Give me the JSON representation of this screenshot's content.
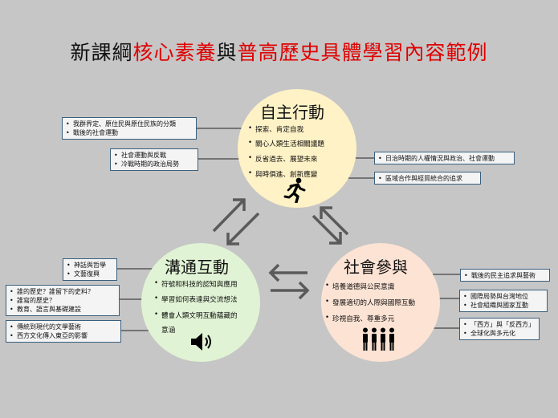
{
  "title": {
    "part1": "新課綱",
    "part2": "核心素養",
    "part3": "與",
    "part4": "普高歷史具體學習內容範例"
  },
  "circles": {
    "autonomous": {
      "title": "自主行動",
      "bullets": [
        "探索、肯定自我",
        "關心人類生活相關議題",
        "反省過去、展望未來",
        "與時俱進、創新應變"
      ]
    },
    "communication": {
      "title": "溝通互動",
      "bullets": [
        "符號和科技的認知與應用",
        "學習如何表達與交流想法",
        "體會人類文明互動蘊藏的",
        "意涵"
      ]
    },
    "social": {
      "title": "社會參與",
      "bullets": [
        "培養道德與公民意識",
        "發展適切的人際與國際互動",
        "珍視自我、尊重多元"
      ]
    }
  },
  "boxes": {
    "b1": [
      "我群界定、原住民與原住民族的分類",
      "戰後的社會運動"
    ],
    "b2": [
      "社會運動與反戰",
      "冷戰時期的政治局勢"
    ],
    "b3": [
      "日治時期的人權情況與政治、社會運動"
    ],
    "b4": [
      "區域合作與經貿統合的追求"
    ],
    "b5": [
      "神話與哲學",
      "文藝復興"
    ],
    "b6": [
      "誰的歷史？誰留下的史料？",
      "誰寫的歷史？",
      "教育、語言與基礎建設"
    ],
    "b7": [
      "傳統到現代的文學藝術",
      "西方文化傳入東亞的影響"
    ],
    "b8": [
      "戰後的民主追求與藝術"
    ],
    "b9": [
      "國際局勢與台灣地位",
      "社會組織與國家互動"
    ],
    "b10": [
      "「西方」與「反西方」",
      "全球化與多元化"
    ]
  },
  "icons": {
    "runner": "running-person-icon",
    "speaker": "speaker-icon",
    "people": "group-people-icon"
  },
  "colors": {
    "title_red": "#e00000",
    "circle_autonomous": "#fff2c6",
    "circle_communication": "#e0f3d4",
    "circle_social": "#fde3d4",
    "box_border": "#3a5f7d",
    "arrow": "#5a5a5a"
  }
}
